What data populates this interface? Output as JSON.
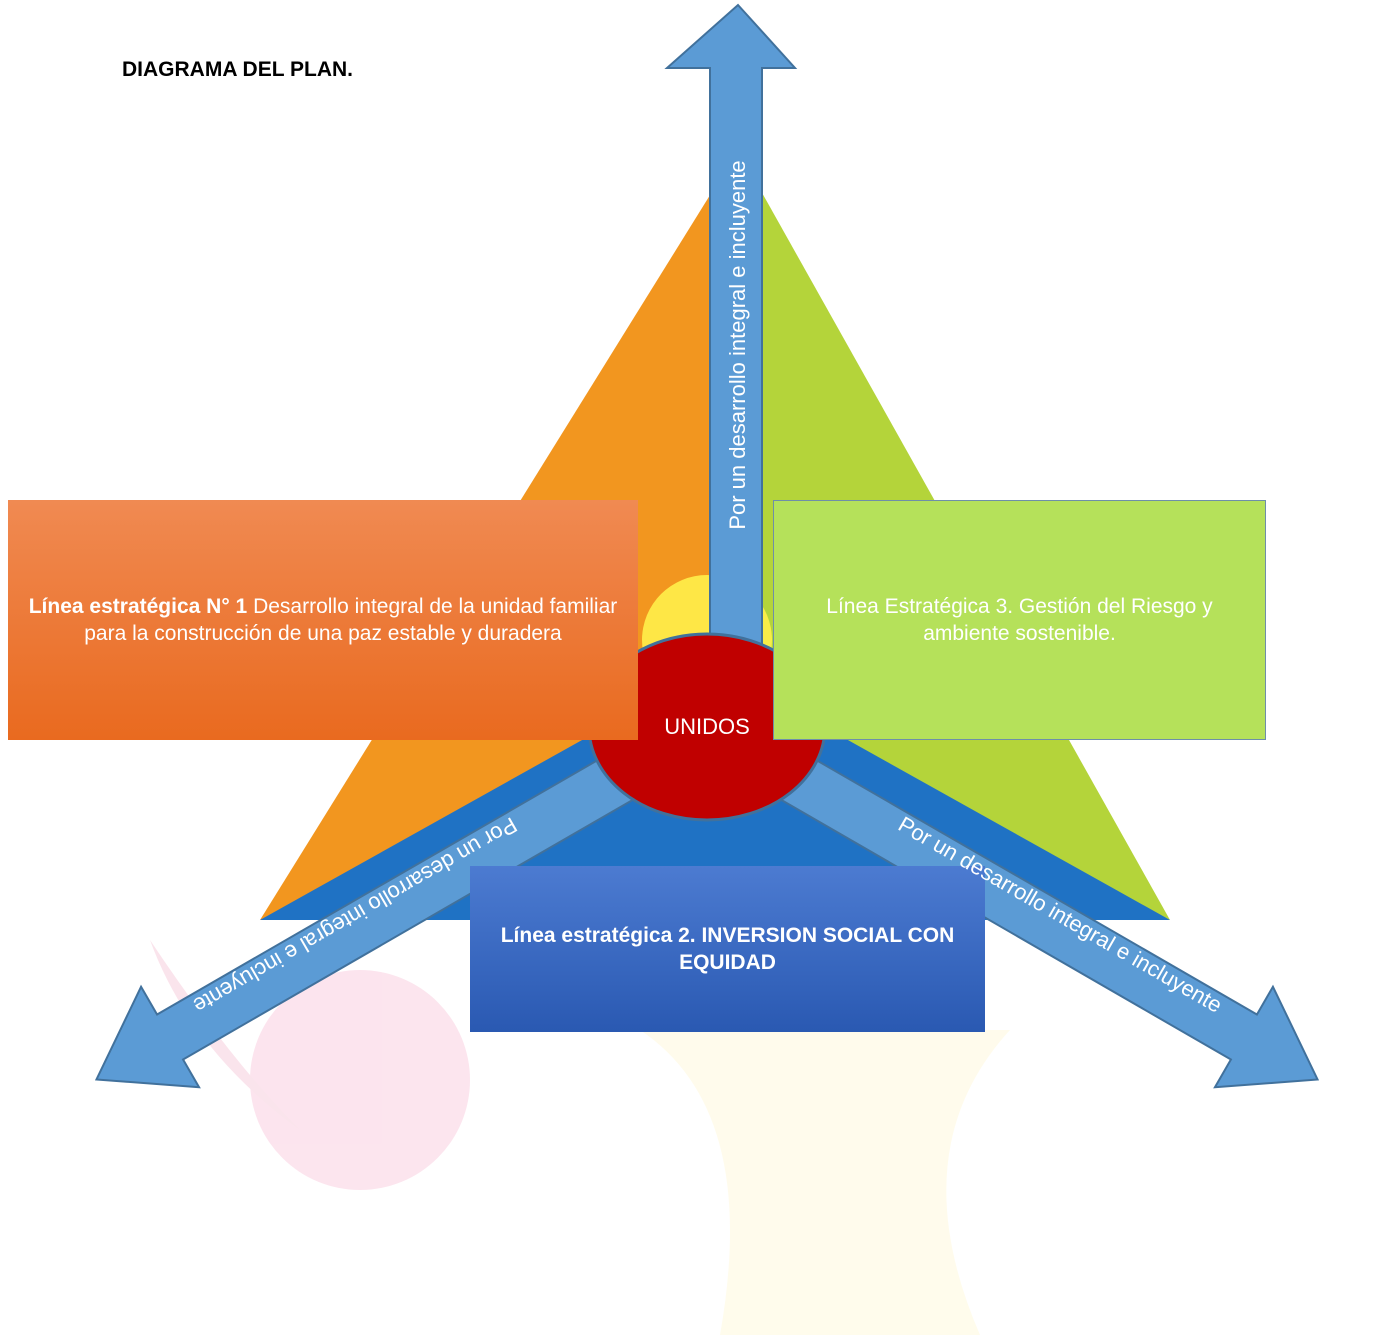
{
  "title": "DIAGRAMA DEL PLAN.",
  "center": {
    "label": "UNIDOS"
  },
  "boxes": {
    "line1": {
      "bold": "Línea estratégica N° 1",
      "text": " Desarrollo integral de la unidad familiar para la construcción de una paz estable y duradera"
    },
    "line2": {
      "text": "Línea estratégica 2. INVERSION SOCIAL CON EQUIDAD"
    },
    "line3": {
      "text": "Línea Estratégica 3. Gestión del Riesgo y ambiente sostenible."
    }
  },
  "arrows": {
    "up": "Por un desarrollo integral e incluyente",
    "left": "Por un desarrollo integral e incluyente",
    "right": "Por un desarrollo integral e incluyente"
  },
  "colors": {
    "orange": "#f2961f",
    "green": "#b4d43a",
    "blue_arrow": "#5b9bd5",
    "center": "#c00000",
    "base_blue": "#1f72c4"
  }
}
